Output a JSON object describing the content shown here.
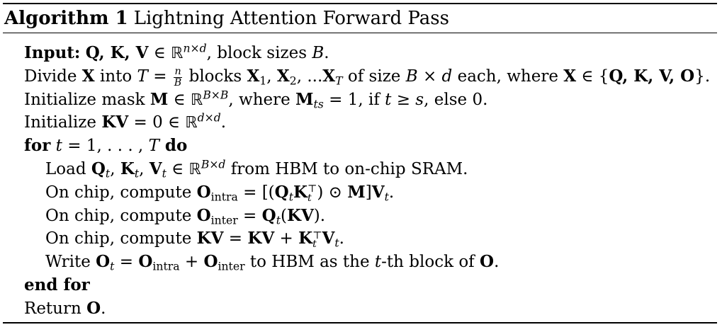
{
  "algorithm": {
    "label": "Algorithm 1",
    "title": "Lightning Attention Forward Pass"
  },
  "lines": {
    "input": {
      "kw": "Input:",
      "vars": "Q, K, V",
      "in": " ∈ ",
      "set": "ℝ",
      "sup": "n×d",
      "rest": ", block sizes ",
      "b": "B",
      "end": "."
    },
    "divide": {
      "t1": "Divide ",
      "x": "X",
      "t2": " into ",
      "T": "T",
      "eq": " = ",
      "frac_num": "n",
      "frac_den": "B",
      "t3": " blocks ",
      "x1": "X",
      "s1": "1",
      "c1": ", ",
      "x2": "X",
      "s2": "2",
      "c2": ", ...",
      "xT": "X",
      "sT": "T",
      "t4": " of size ",
      "size": "B × d",
      "t5": " each, where ",
      "x3": "X",
      "t6": " ∈ {",
      "set": "Q, K, V, O",
      "t7": "}."
    },
    "mask": {
      "t1": "Initialize mask ",
      "m": "M",
      "in": " ∈ ",
      "set": "ℝ",
      "sup": "B×B",
      "t2": ", where ",
      "m2": "M",
      "sub": "ts",
      "t3": " = 1, if ",
      "cond": "t ≥ s",
      "t4": ", else 0."
    },
    "kv_init": {
      "t1": "Initialize ",
      "kv": "KV",
      "t2": " = 0 ∈ ",
      "set": "ℝ",
      "sup": "d×d",
      "end": "."
    },
    "for": {
      "kw": "for",
      "t": " t",
      "range": " = 1, . . . , ",
      "T": "T",
      "do": " do"
    },
    "load": {
      "t1": "Load ",
      "q": "Q",
      "k": "K",
      "v": "V",
      "sub": "t",
      "in": " ∈ ",
      "set": "ℝ",
      "sup": "B×d",
      "t2": " from HBM to on-chip SRAM."
    },
    "intra": {
      "t1": "On chip, compute ",
      "o": "O",
      "sub": "intra",
      "t2": " = [(",
      "q": "Q",
      "k": "K",
      "st": "t",
      "tp": "⊤",
      "t3": ") ⊙ ",
      "m": "M",
      "t4": "]",
      "v": "V",
      "end": "."
    },
    "inter": {
      "t1": "On chip, compute ",
      "o": "O",
      "sub": "inter",
      "t2": " = ",
      "q": "Q",
      "st": "t",
      "t3": "(",
      "kv": "KV",
      "t4": ")."
    },
    "kv_update": {
      "t1": "On chip, compute ",
      "kv": "KV",
      "t2": " = ",
      "kv2": "KV",
      "t3": " + ",
      "k": "K",
      "tp": "⊤",
      "st": "t",
      "v": "V",
      "end": "."
    },
    "write": {
      "t1": "Write ",
      "o": "O",
      "st": "t",
      "t2": " = ",
      "o2": "O",
      "s_intra": "intra",
      "t3": " + ",
      "o3": "O",
      "s_inter": "inter",
      "t4": " to HBM as the ",
      "t": "t",
      "t5": "-th block of ",
      "o4": "O",
      "end": "."
    },
    "endfor": {
      "kw": "end for"
    },
    "return": {
      "t1": "Return ",
      "o": "O",
      "end": "."
    }
  }
}
